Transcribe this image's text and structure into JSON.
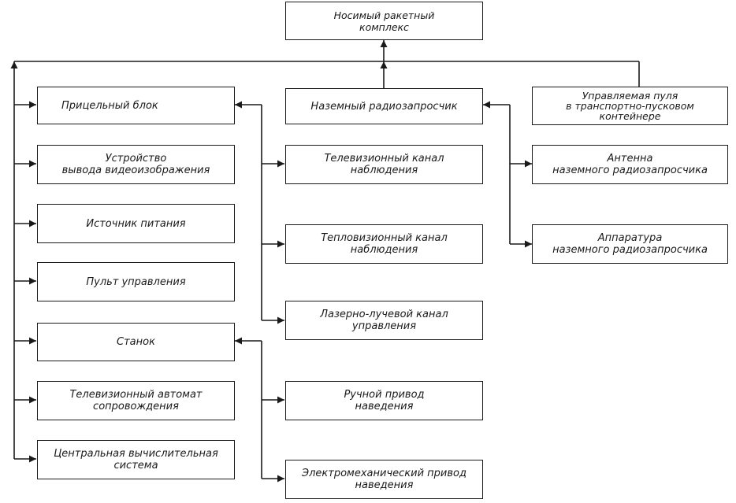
{
  "root": {
    "label": "Носимый ракетный\nкомплекс"
  },
  "groups": {
    "sight": {
      "label": "Прицельный блок",
      "children": [
        {
          "id": "tv",
          "label": "Телевизионный канал\nнаблюдения"
        },
        {
          "id": "thermal",
          "label": "Тепловизионный канал\nнаблюдения"
        },
        {
          "id": "laser",
          "label": "Лазерно-лучевой канал\nуправления"
        }
      ]
    },
    "interrogator": {
      "label": "Наземный радиозапросчик",
      "children": [
        {
          "id": "antenna",
          "label": "Антенна\nназемного радиозапросчика"
        },
        {
          "id": "apparatus",
          "label": "Аппаратура\nназемного радиозапросчика"
        }
      ]
    },
    "missile": {
      "label": "Управляемая пуля\nв транспортно-пусковом\nконтейнере"
    },
    "mount": {
      "label": "Станок",
      "children": [
        {
          "id": "manual",
          "label": "Ручной привод\nнаведения"
        },
        {
          "id": "electro",
          "label": "Электромеханический привод\nнаведения"
        }
      ]
    }
  },
  "left_column": [
    {
      "id": "sight",
      "label": "Прицельный блок"
    },
    {
      "id": "video",
      "label": "Устройство\nвывода видеоизображения"
    },
    {
      "id": "power",
      "label": "Источник питания"
    },
    {
      "id": "control",
      "label": "Пульт управления"
    },
    {
      "id": "mount",
      "label": "Станок"
    },
    {
      "id": "tracker",
      "label": "Телевизионный автомат\nсопровождения"
    },
    {
      "id": "cpu",
      "label": "Центральная вычислительная\nсистема"
    }
  ]
}
